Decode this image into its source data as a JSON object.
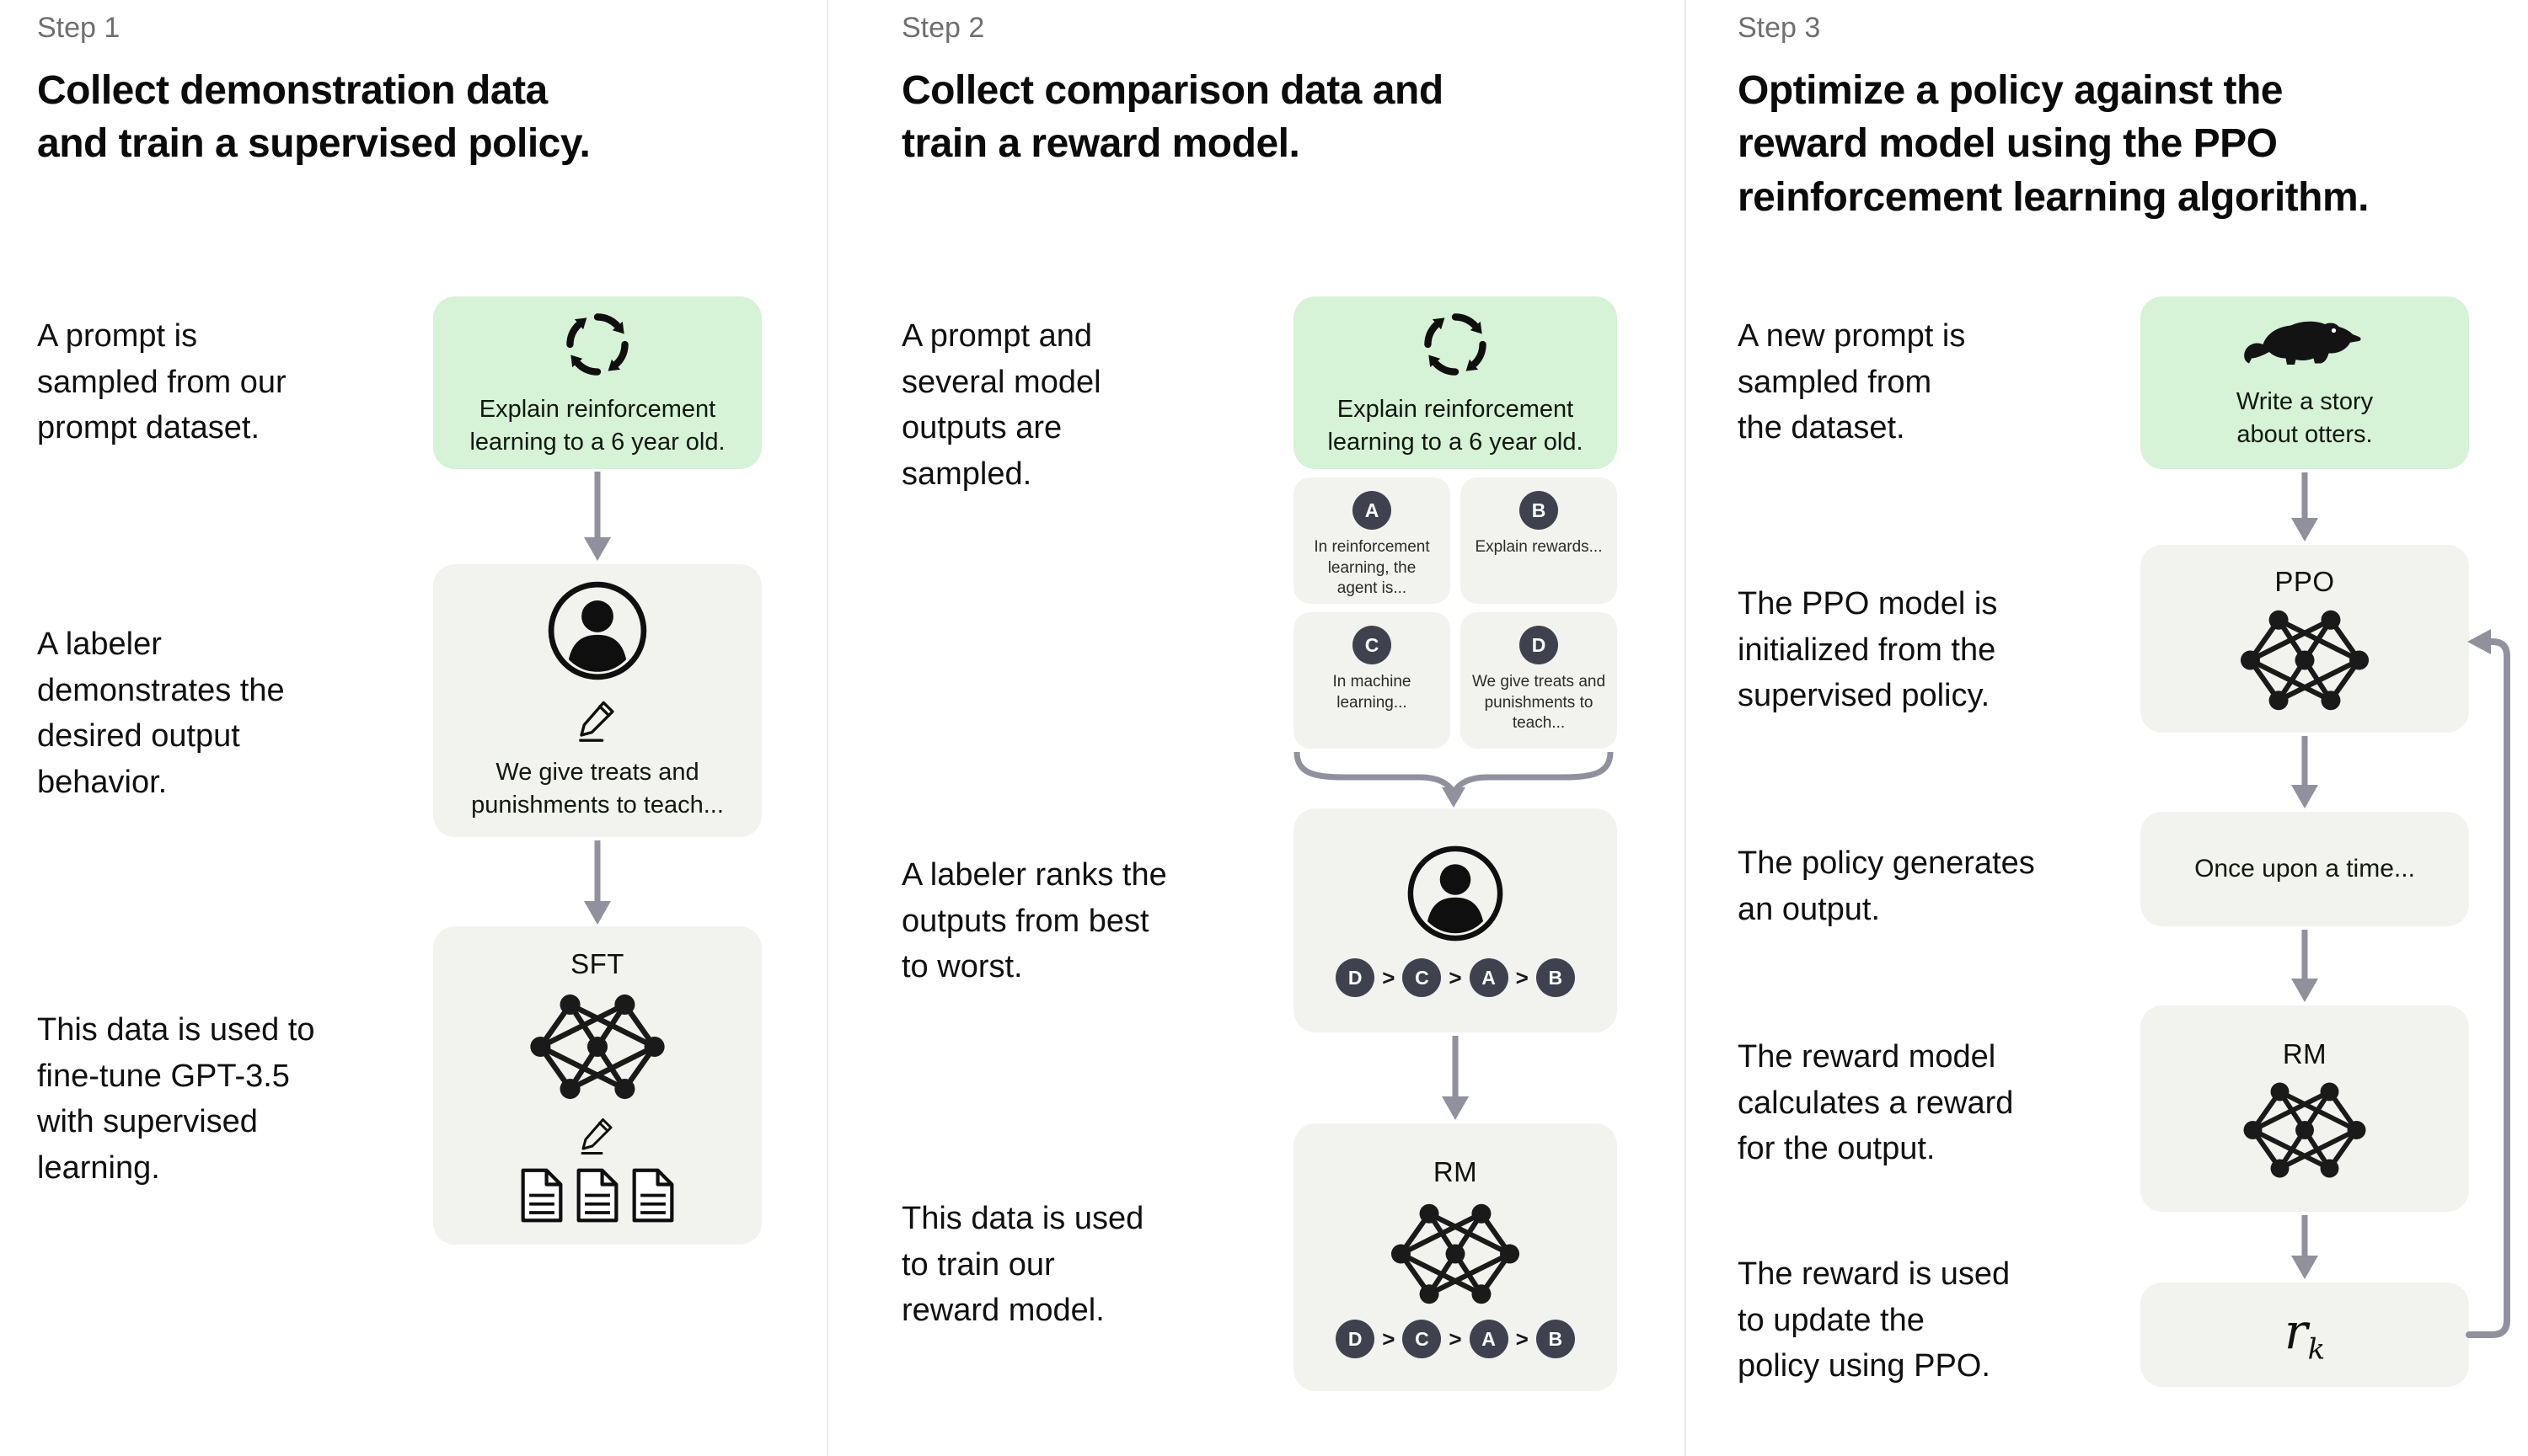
{
  "colors": {
    "prompt_box_bg": "#d6f2d7",
    "model_box_bg": "#f2f2ef",
    "rank_chip_bg": "#40414f",
    "arrow": "#90919d",
    "step_label": "#6f6f6f",
    "text": "#0f0f0f",
    "divider": "#e8e8e8"
  },
  "step1": {
    "label": "Step 1",
    "title": "Collect demonstration data\nand train a supervised policy.",
    "caption_prompt": "A prompt is\nsampled from our\nprompt dataset.",
    "caption_labeler": "A labeler\ndemonstrates the\ndesired output\nbehavior.",
    "caption_finetune": "This data is used to\nfine-tune GPT-3.5\nwith supervised\nlearning.",
    "prompt_box": {
      "icon": "cycle-icon",
      "text": "Explain reinforcement\nlearning to a 6 year old."
    },
    "labeler_box": {
      "icons": [
        "person-icon",
        "pencil-icon"
      ],
      "text": "We give treats and\npunishments to teach..."
    },
    "sft_box": {
      "label": "SFT",
      "icons": [
        "network-icon",
        "pencil-icon",
        "documents-icon"
      ]
    }
  },
  "step2": {
    "label": "Step 2",
    "title": "Collect comparison data and\ntrain a reward model.",
    "caption_sampled": "A prompt and\nseveral model\noutputs are\nsampled.",
    "caption_ranks": "A labeler ranks the\noutputs from best\nto worst.",
    "caption_train": "This data is used\nto train our\nreward model.",
    "prompt_box": {
      "icon": "cycle-icon",
      "text": "Explain reinforcement\nlearning to a 6 year old."
    },
    "outputs": [
      {
        "id": "A",
        "text": "In reinforcement\nlearning, the\nagent is..."
      },
      {
        "id": "B",
        "text": "Explain rewards..."
      },
      {
        "id": "C",
        "text": "In machine\nlearning..."
      },
      {
        "id": "D",
        "text": "We give treats and\npunishments to\nteach..."
      }
    ],
    "labeler_box": {
      "icon": "person-icon"
    },
    "rm_box": {
      "label": "RM",
      "icon": "network-icon"
    },
    "ranking": {
      "order": [
        "D",
        "C",
        "A",
        "B"
      ],
      "separator": ">"
    }
  },
  "step3": {
    "label": "Step 3",
    "title": "Optimize a policy against the\nreward model using the PPO\nreinforcement learning algorithm.",
    "caption_new_prompt": "A new prompt is\nsampled from\nthe dataset.",
    "caption_init": "The PPO model is\ninitialized from the\nsupervised policy.",
    "caption_generates": "The policy generates\nan output.",
    "caption_calculates": "The reward model\ncalculates a reward\nfor the output.",
    "caption_update": "The reward is used\nto update the\npolicy using PPO.",
    "prompt_box": {
      "icon": "otter-icon",
      "text": "Write a story\nabout otters."
    },
    "ppo_box": {
      "label": "PPO",
      "icon": "network-icon"
    },
    "output_box": {
      "text": "Once upon a time..."
    },
    "rm_box": {
      "label": "RM",
      "icon": "network-icon"
    },
    "reward_box": {
      "base": "r",
      "sub": "k"
    }
  }
}
